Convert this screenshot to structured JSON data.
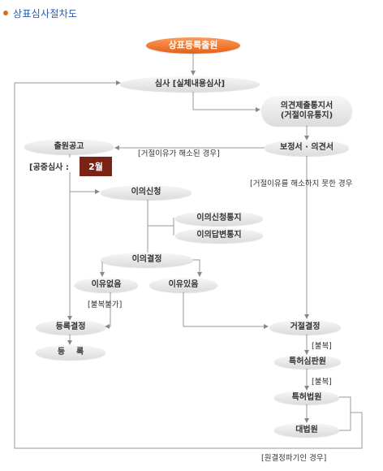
{
  "header": {
    "title": "상표심사절차도"
  },
  "nodes": {
    "start": "상표등록출원",
    "exam": "심사 [실체내용심사]",
    "notice": "의견제출통지서\n(거절이유통지)",
    "amend": "보정서 · 의견서",
    "pub": "출원공고",
    "audit_label": "[공중심사 :",
    "audit_value": "2월",
    "objection": "이의신청",
    "obj_notice": "이의신청통지",
    "obj_reply": "이의답변통지",
    "obj_decision": "이의결정",
    "no_reason": "이유없음",
    "has_reason": "이유있음",
    "reg_decision": "등록결정",
    "registration": "등    록",
    "refusal": "거절결정",
    "trial": "특허심판원",
    "patent_court": "특허법원",
    "supreme_court": "대법원"
  },
  "labels": {
    "resolved": "[거절이유가 해소된 경우]",
    "unresolved": "[거절이유를 해소하지 못한 경우",
    "no_appeal": "[불복불가]",
    "appeal1": "[불복]",
    "appeal2": "[불복]",
    "remand": "[원결정파기인 경우]"
  }
}
